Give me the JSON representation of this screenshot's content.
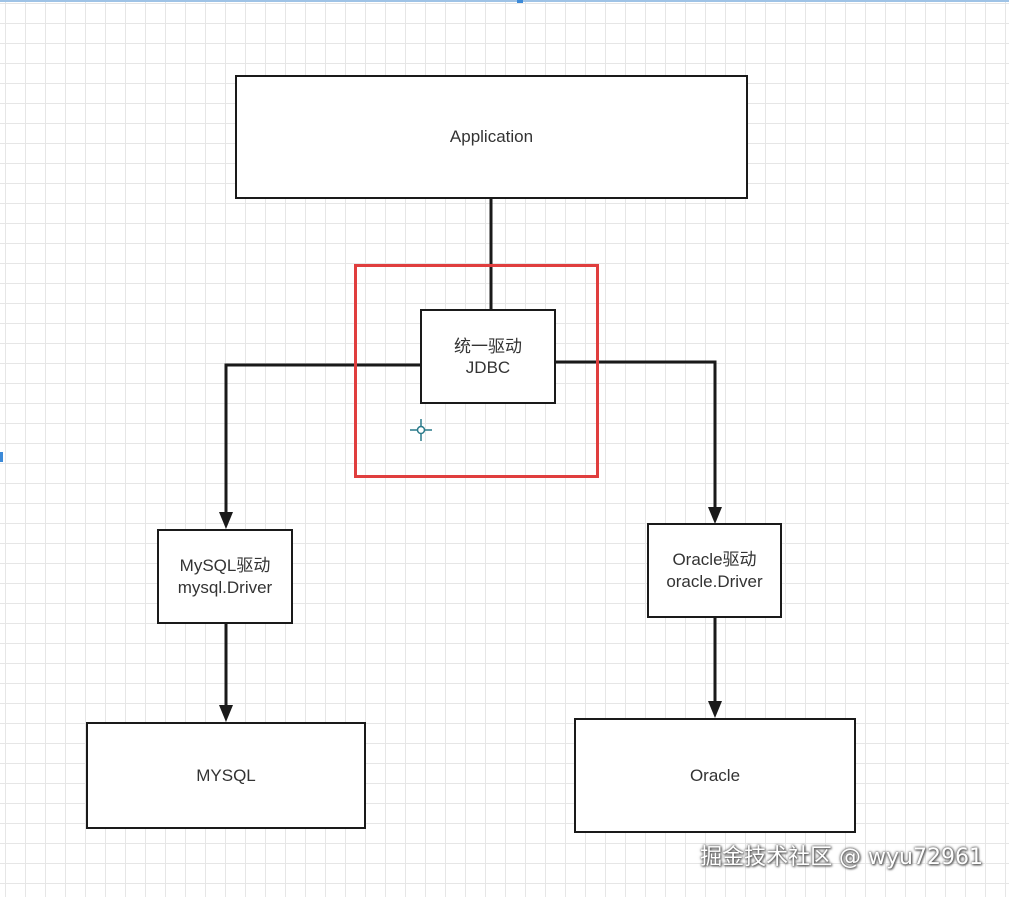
{
  "diagram": {
    "application": "Application",
    "jdbc": {
      "line1": "统一驱动",
      "line2": "JDBC"
    },
    "mysql_driver": {
      "line1": "MySQL驱动",
      "line2": "mysql.Driver"
    },
    "oracle_driver": {
      "line1": "Oracle驱动",
      "line2": "oracle.Driver"
    },
    "mysql_db": "MYSQL",
    "oracle_db": "Oracle"
  },
  "watermark": "掘金技术社区 @ wyu72961",
  "colors": {
    "highlight": "#e03e3e",
    "edge": "#1a1a1a",
    "grid": "#e6e6e6",
    "cursor": "#2a7a8a"
  },
  "icons": {
    "cursor": "crosshair-cursor-icon"
  }
}
